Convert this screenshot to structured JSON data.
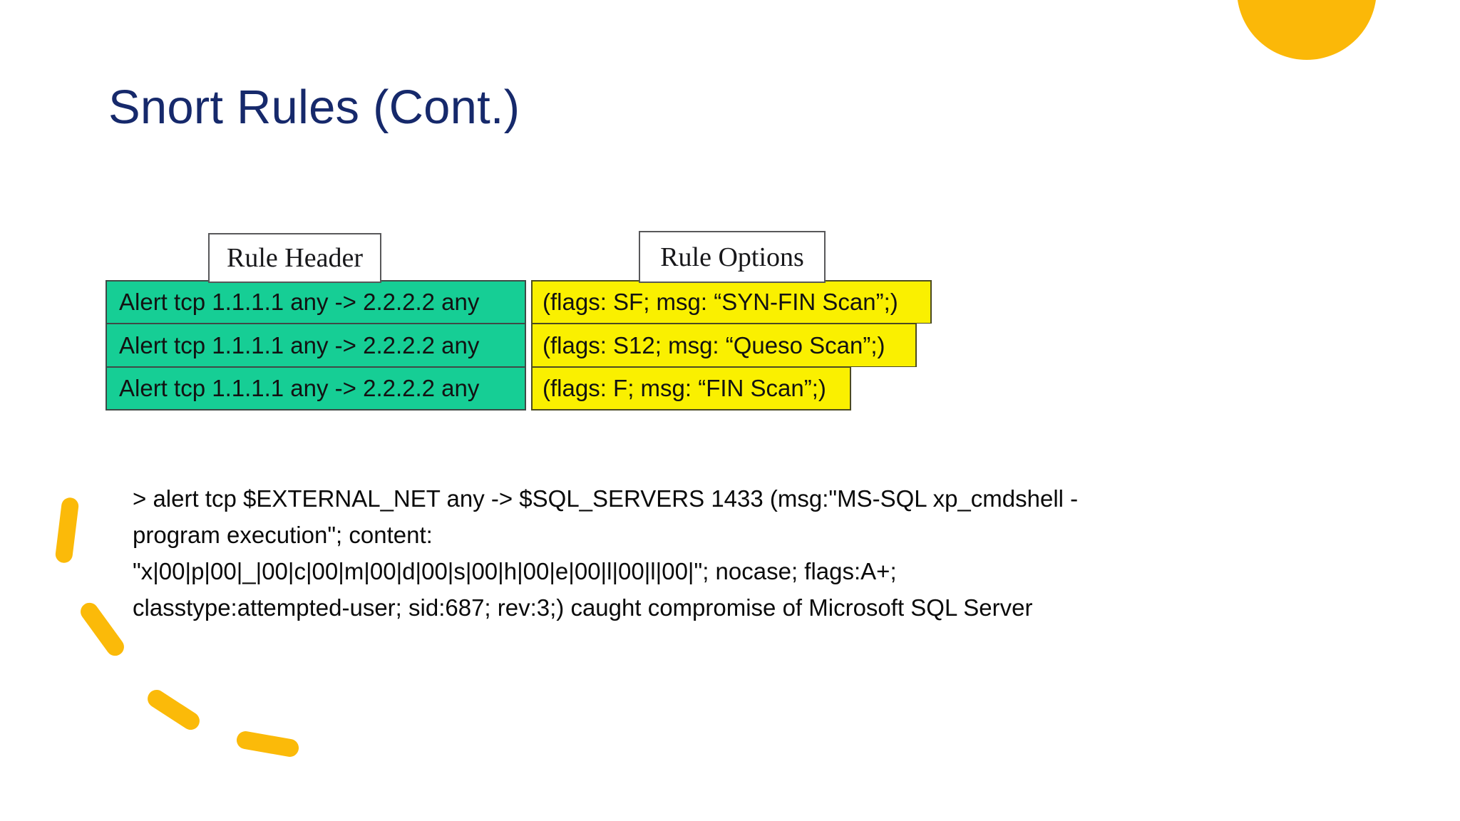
{
  "slide": {
    "title": "Snort Rules (Cont.)",
    "title_color": "#16296B",
    "background_color": "#FFFFFF"
  },
  "decorations": {
    "circle_color": "#FBB808",
    "dash_color": "#FBBA09",
    "circle_name": "orange-circle",
    "dashes": [
      "dash-1",
      "dash-2",
      "dash-3",
      "dash-4"
    ]
  },
  "diagram": {
    "callouts": {
      "rule_header": "Rule Header",
      "rule_options": "Rule Options"
    },
    "colors": {
      "header_fill": "#16CE95",
      "options_fill": "#FAF000",
      "border": "#3F4A46"
    },
    "rows": [
      {
        "header": "Alert tcp 1.1.1.1 any -> 2.2.2.2 any",
        "options": "(flags: SF; msg: “SYN-FIN Scan”;)"
      },
      {
        "header": "Alert tcp 1.1.1.1 any -> 2.2.2.2 any",
        "options": "(flags: S12; msg: “Queso Scan”;)"
      },
      {
        "header": "Alert tcp 1.1.1.1 any -> 2.2.2.2 any",
        "options": "(flags: F; msg: “FIN Scan”;)"
      }
    ]
  },
  "body": {
    "lines": [
      "> alert tcp $EXTERNAL_NET any -> $SQL_SERVERS 1433 (msg:\"MS-SQL xp_cmdshell -",
      "program execution\"; content:",
      "\"x|00|p|00|_|00|c|00|m|00|d|00|s|00|h|00|e|00|l|00|l|00|\"; nocase; flags:A+;",
      "classtype:attempted-user; sid:687; rev:3;) caught compromise of Microsoft SQL Server"
    ]
  }
}
